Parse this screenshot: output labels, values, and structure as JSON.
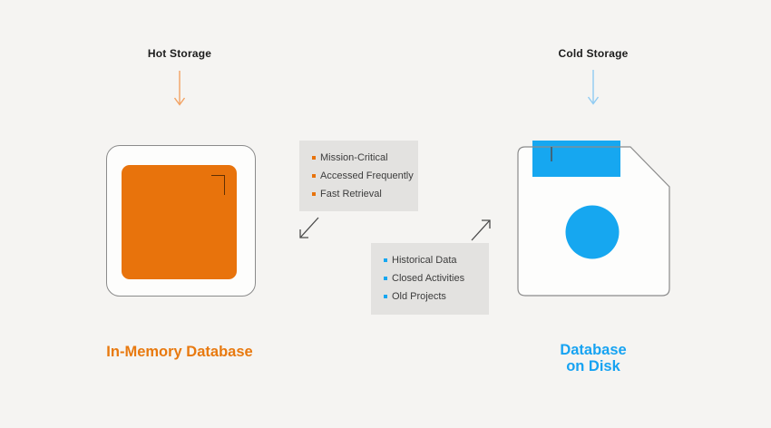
{
  "diagram": {
    "title_left": "Hot Storage",
    "title_right": "Cold Storage"
  },
  "hot": {
    "storage_label": "Hot Storage",
    "db_label": "In-Memory Database",
    "box_items": [
      "Mission-Critical",
      "Accessed Frequently",
      "Fast Retrieval"
    ],
    "accent_color": "#e8730c",
    "arrow_color": "#f2a263",
    "label_color": "#e8790f"
  },
  "cold": {
    "storage_label": "Cold Storage",
    "db_label_line1": "Database",
    "db_label_line2": "on Disk",
    "box_items": [
      "Historical Data",
      "Closed Activities",
      "Old Projects"
    ],
    "accent_color": "#16a7f0",
    "arrow_color": "#8fcbf3",
    "label_color": "#17a3f2"
  },
  "style": {
    "background_color": "#f5f4f2",
    "box_background_color": "#e3e2e0",
    "outline_color": "#8b8b8b",
    "text_color": "#3c3c3c"
  }
}
